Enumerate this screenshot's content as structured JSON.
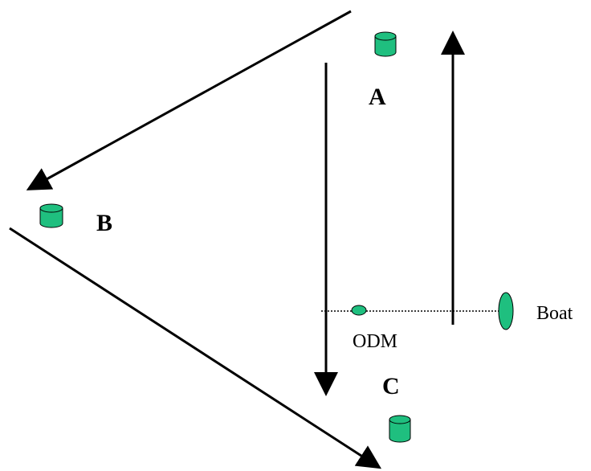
{
  "labels": {
    "buoy_a": "A",
    "buoy_b": "B",
    "buoy_c": "C",
    "odm": "ODM",
    "boat": "Boat"
  },
  "colors": {
    "marker_fill": "#1fbf7f",
    "marker_stroke": "#000000",
    "arrow": "#000000"
  }
}
